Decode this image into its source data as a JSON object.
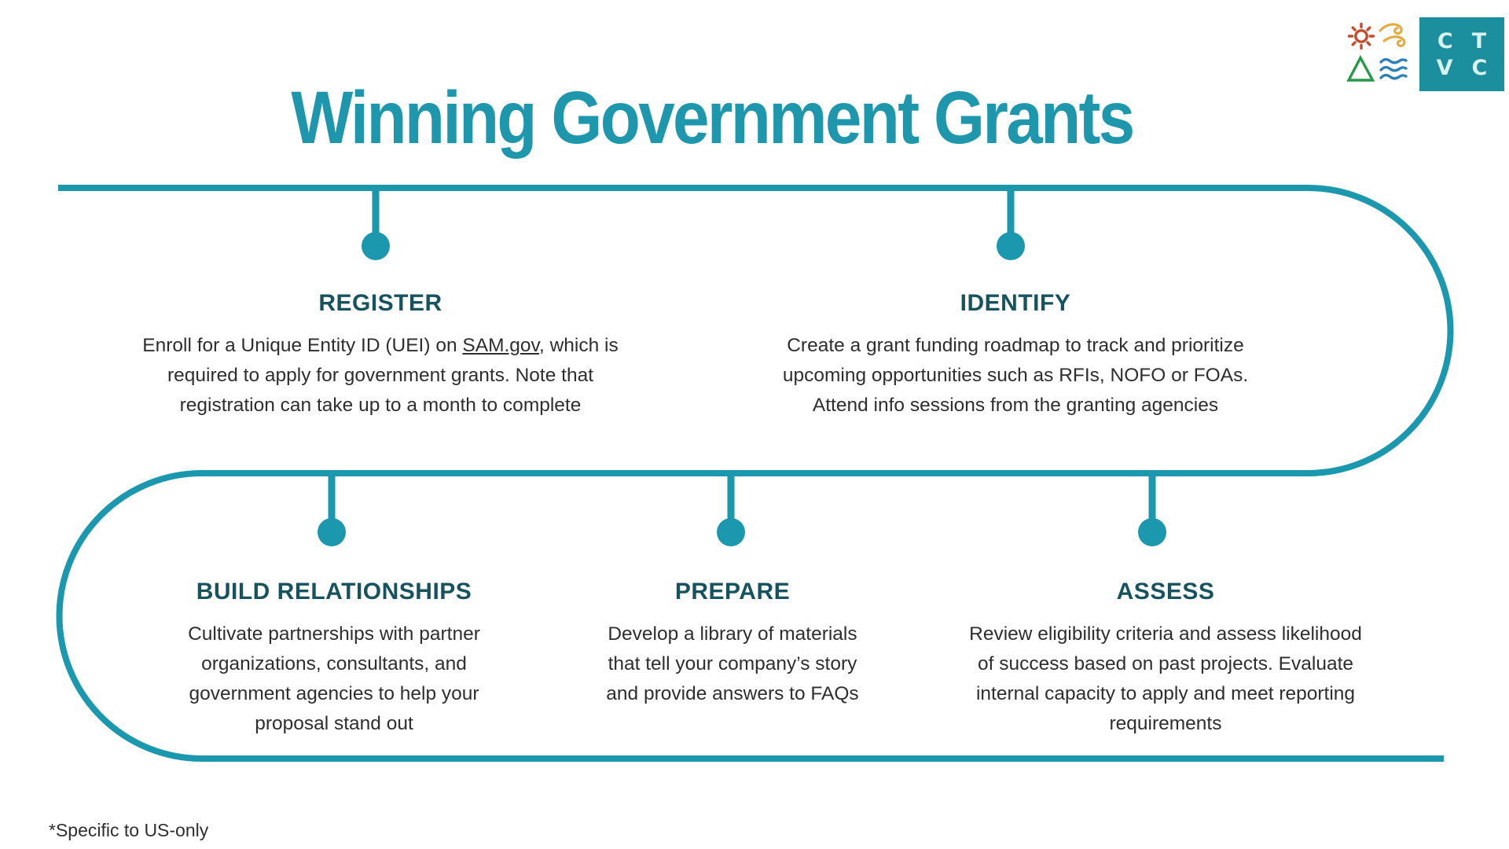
{
  "title": "Winning Government Grants",
  "colors": {
    "accent_teal": "#1b98ad",
    "title_teal": "#1e97ac",
    "heading_dark_teal": "#17535f",
    "body_text": "#2e2e2e",
    "logo_square_teal": "#1b8f9e",
    "logo_sun_red": "#c64a2c",
    "logo_wind_gold": "#e3ab42",
    "logo_triangle_green": "#27994a",
    "logo_waves_blue": "#2c80ba"
  },
  "logo": {
    "icons": [
      "sun-icon",
      "wind-icon",
      "mountain-triangle-icon",
      "waves-icon"
    ],
    "letters": [
      "C",
      "T",
      "V",
      "C"
    ]
  },
  "steps": [
    {
      "title": "REGISTER",
      "line1": {
        "before": "Enroll for a Unique Entity ID (UEI) on ",
        "link": "SAM.gov",
        "after": ", which is"
      },
      "line2": "required to apply for government grants. Note that",
      "line3": "registration can take up to a month to complete"
    },
    {
      "title": "IDENTIFY",
      "lines": [
        "Create a grant funding roadmap to track and prioritize",
        "upcoming opportunities such as RFIs, NOFO or FOAs.",
        "Attend info sessions from the granting agencies"
      ]
    },
    {
      "title": "BUILD RELATIONSHIPS",
      "lines": [
        "Cultivate partnerships with partner",
        "organizations, consultants, and",
        "government agencies to help your",
        "proposal stand out"
      ]
    },
    {
      "title": "PREPARE",
      "lines": [
        "Develop a library of materials",
        "that tell your company’s story",
        "and provide answers to FAQs"
      ]
    },
    {
      "title": "ASSESS",
      "lines": [
        "Review eligibility criteria and assess likelihood",
        "of success based on past projects. Evaluate",
        "internal capacity to apply and meet reporting",
        "requirements"
      ]
    }
  ],
  "footnote": "*Specific to US-only"
}
